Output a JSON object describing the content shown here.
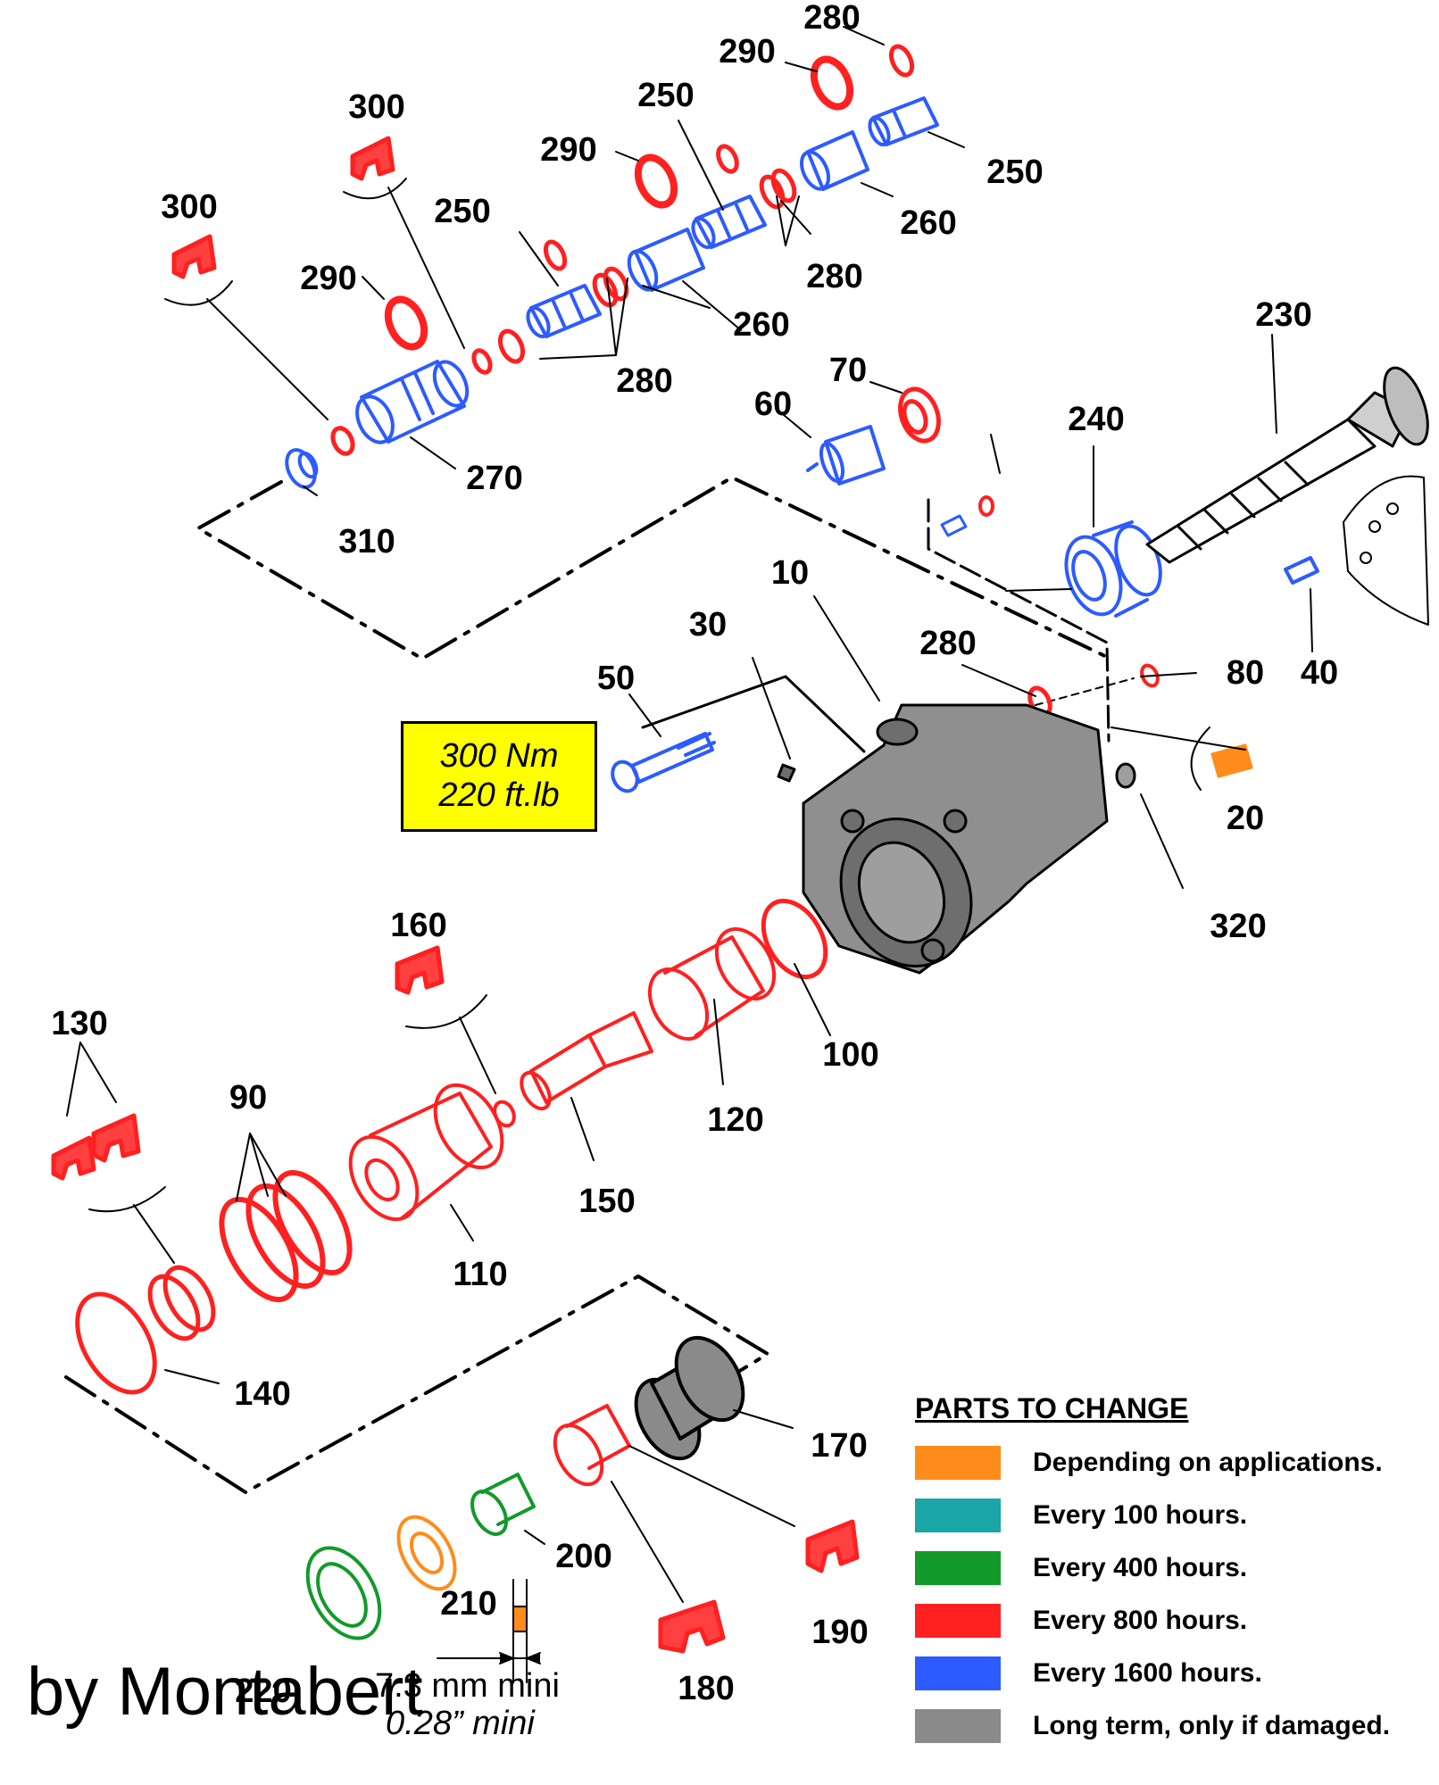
{
  "torque": {
    "line1": "300 Nm",
    "line2": "220 ft.lb"
  },
  "legend": {
    "title": "PARTS TO CHANGE",
    "items": [
      {
        "label": "Depending on applications.",
        "color": "#ff8c1a"
      },
      {
        "label": "Every 100 hours.",
        "color": "#1aa6a6"
      },
      {
        "label": "Every 400 hours.",
        "color": "#129a2a"
      },
      {
        "label": "Every 800 hours.",
        "color": "#ff2020"
      },
      {
        "label": "Every 1600 hours.",
        "color": "#2d5bff"
      },
      {
        "label": "Long term, only if damaged.",
        "color": "#8a8a8a"
      }
    ]
  },
  "credit": "by Montabert",
  "dimension": {
    "metric": "7.3 mm mini",
    "imperial": "0.28” mini"
  },
  "part_labels": {
    "p10": "10",
    "p20": "20",
    "p30": "30",
    "p40": "40",
    "p50": "50",
    "p60": "60",
    "p70": "70",
    "p80": "80",
    "p90": "90",
    "p100": "100",
    "p110": "110",
    "p120": "120",
    "p130": "130",
    "p140": "140",
    "p150": "150",
    "p160": "160",
    "p170": "170",
    "p180": "180",
    "p190": "190",
    "p200": "200",
    "p210": "210",
    "p220": "220",
    "p230": "230",
    "p240": "240",
    "p250a": "250",
    "p250b": "250",
    "p250c": "250",
    "p260a": "260",
    "p260b": "260",
    "p270": "270",
    "p280a": "280",
    "p280b": "280",
    "p280c": "280",
    "p280d": "280",
    "p290a": "290",
    "p290b": "290",
    "p290c": "290",
    "p300a": "300",
    "p300b": "300",
    "p310": "310",
    "p320": "320"
  }
}
